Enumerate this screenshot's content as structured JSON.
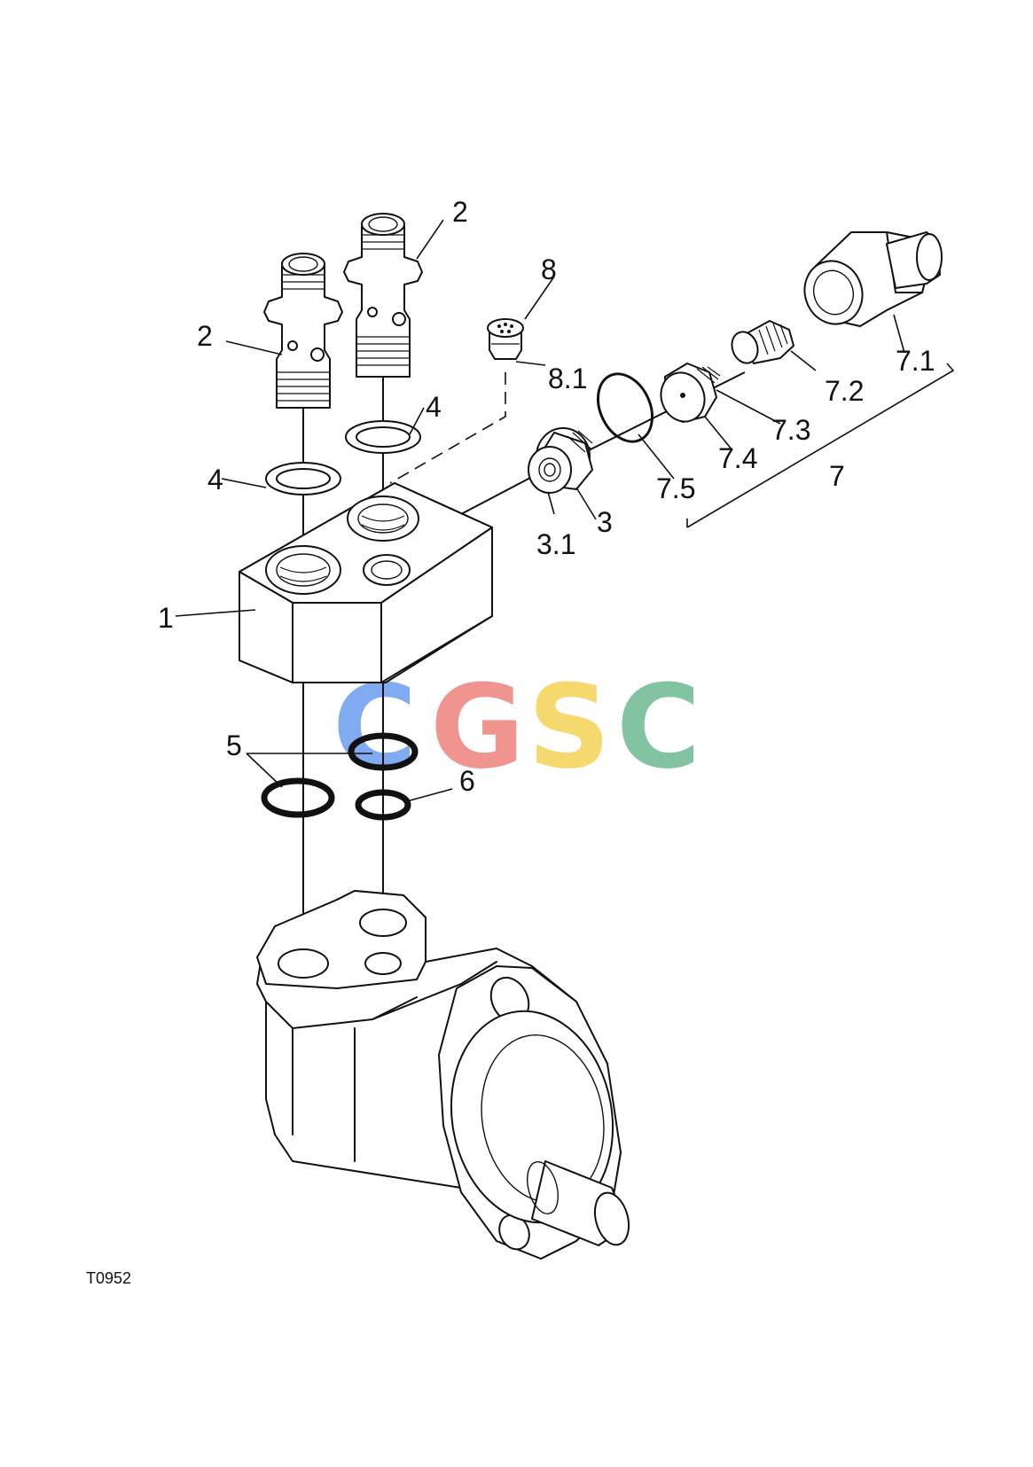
{
  "figure_code": "T0952",
  "watermark": {
    "letters": [
      {
        "char": "C",
        "color": "#7aa7f0"
      },
      {
        "char": "G",
        "color": "#ef8f88"
      },
      {
        "char": "S",
        "color": "#f6d767"
      },
      {
        "char": "C",
        "color": "#7cc09c"
      }
    ]
  },
  "callouts": {
    "c1": "1",
    "c2a": "2",
    "c2b": "2",
    "c3": "3",
    "c3_1": "3.1",
    "c4a": "4",
    "c4b": "4",
    "c5": "5",
    "c6": "6",
    "c7": "7",
    "c7_1": "7.1",
    "c7_2": "7.2",
    "c7_3": "7.3",
    "c7_4": "7.4",
    "c7_5": "7.5",
    "c8": "8",
    "c8_1": "8.1"
  }
}
